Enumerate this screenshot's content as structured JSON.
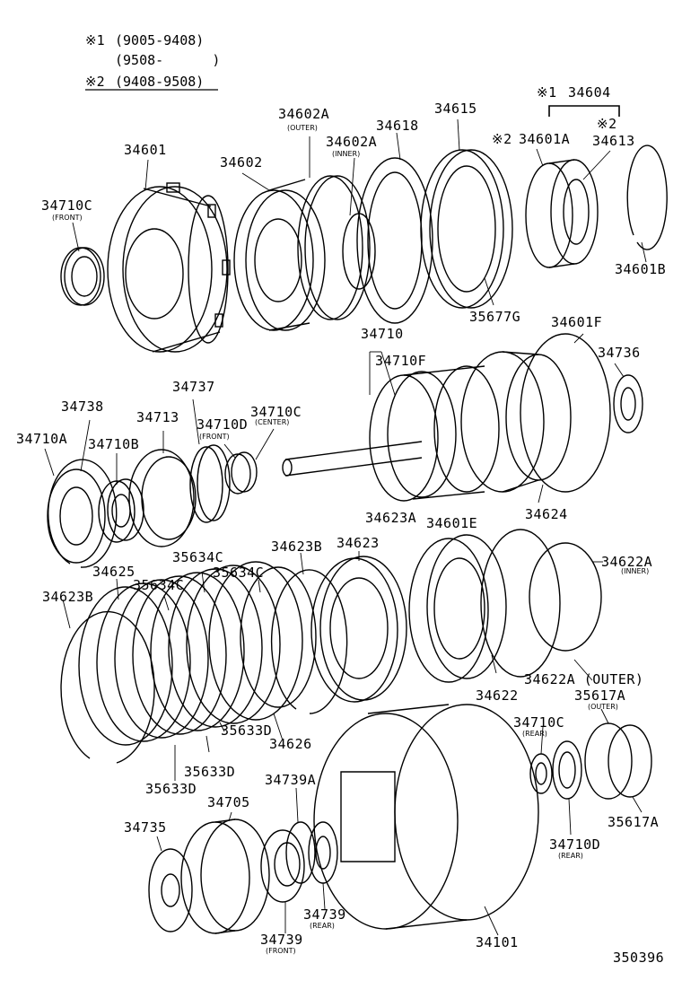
{
  "notes": {
    "n1_mark": "※1",
    "n1_range_a": "(9005-9408)",
    "n1_range_b": "(9508-      )",
    "n2_mark": "※2",
    "n2_range": "(9408-9508)"
  },
  "labels": {
    "p34601": "34601",
    "p34710C_front": "34710C",
    "p34602": "34602",
    "p34602A_outer": "34602A",
    "p34602A_inner": "34602A",
    "p34618": "34618",
    "p34615": "34615",
    "p34604_mark": "※1",
    "p34604": "34604",
    "p34601A_mark": "※2",
    "p34601A": "34601A",
    "p34613_mark": "※2",
    "p34613": "34613",
    "p34601B": "34601B",
    "p35677G": "35677G",
    "p34601F": "34601F",
    "p34710": "34710",
    "p34710F": "34710F",
    "p34736": "34736",
    "p34737": "34737",
    "p34738": "34738",
    "p34713": "34713",
    "p34710D_front": "34710D",
    "p34710C_center": "34710C",
    "p34710A": "34710A",
    "p34710B": "34710B",
    "p34624": "34624",
    "p34623A": "34623A",
    "p34601E": "34601E",
    "p34623B_top": "34623B",
    "p34623": "34623",
    "p35634C_1": "35634C",
    "p35634C_2": "35634C",
    "p35634C_3": "35634C",
    "p34625": "34625",
    "p34623B_left": "34623B",
    "p34622A_inner": "34622A",
    "p34622A_outer": "34622A (OUTER)",
    "p34622": "34622",
    "p35617A_outer": "35617A",
    "p34626": "34626",
    "p35633D_1": "35633D",
    "p35633D_2": "35633D",
    "p35633D_3": "35633D",
    "p34710C_rear": "34710C",
    "p34705": "34705",
    "p34739A": "34739A",
    "p34735": "34735",
    "p34739_rear": "34739",
    "p34739_front": "34739",
    "p34710D_rear": "34710D",
    "p35617A": "35617A",
    "p34101": "34101",
    "ref_no": "350396"
  },
  "sublabels": {
    "front_1": "(FRONT)",
    "outer_1": "(OUTER)",
    "inner_1": "(INNER)",
    "front_2": "(FRONT)",
    "center": "(CENTER)",
    "inner_2": "(INNER)",
    "outer_2": "(OUTER)",
    "rear_1": "(REAR)",
    "rear_2": "(REAR)",
    "front_3": "(FRONT)",
    "rear_3": "(REAR)"
  }
}
